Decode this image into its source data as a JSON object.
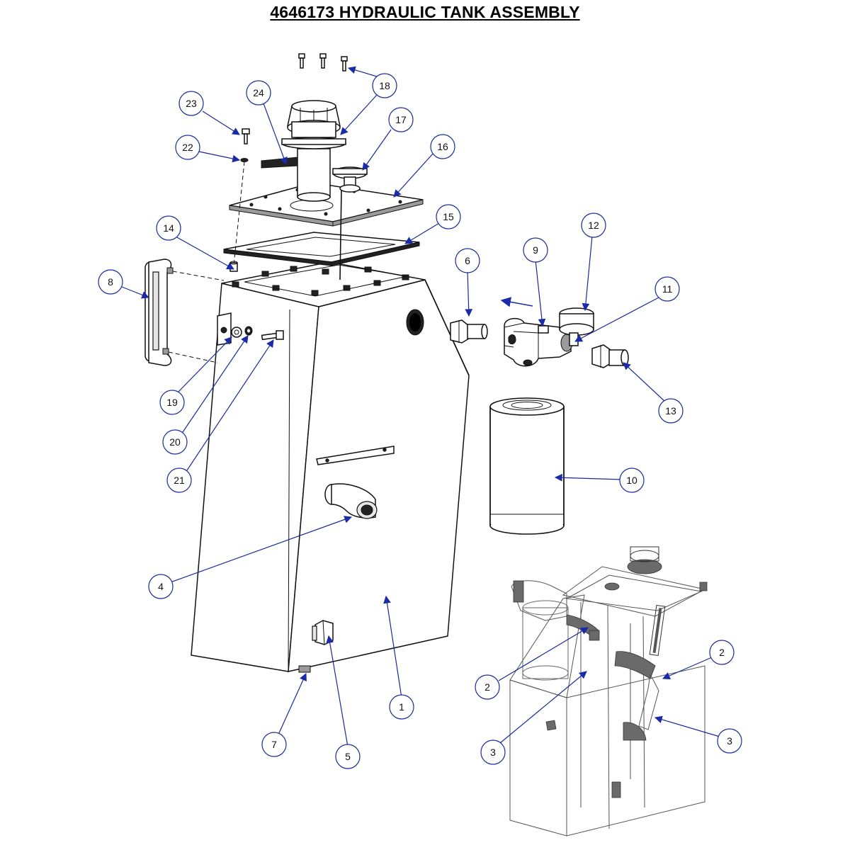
{
  "title": "4646173 HYDRAULIC TANK ASSEMBLY",
  "callouts": [
    {
      "label": "1"
    },
    {
      "label": "2"
    },
    {
      "label": "2"
    },
    {
      "label": "3"
    },
    {
      "label": "3"
    },
    {
      "label": "4"
    },
    {
      "label": "5"
    },
    {
      "label": "6"
    },
    {
      "label": "7"
    },
    {
      "label": "8"
    },
    {
      "label": "9"
    },
    {
      "label": "10"
    },
    {
      "label": "11"
    },
    {
      "label": "12"
    },
    {
      "label": "13"
    },
    {
      "label": "14"
    },
    {
      "label": "15"
    },
    {
      "label": "16"
    },
    {
      "label": "17"
    },
    {
      "label": "18"
    },
    {
      "label": "19"
    },
    {
      "label": "20"
    },
    {
      "label": "21"
    },
    {
      "label": "22"
    },
    {
      "label": "23"
    },
    {
      "label": "24"
    }
  ],
  "colors": {
    "callout_stroke": "#1a2a9a",
    "line": "#111111"
  }
}
